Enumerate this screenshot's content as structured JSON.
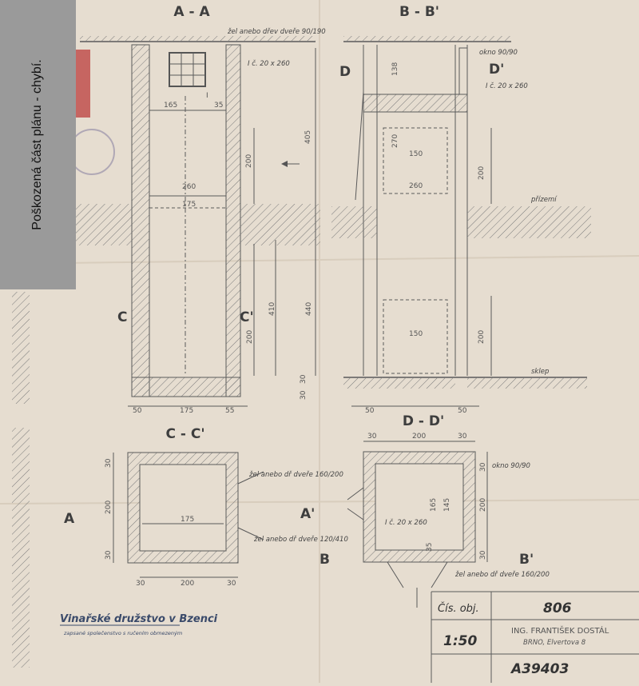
{
  "overlay_note": "Poškozená část plánu - chybí.",
  "sections": {
    "a_a": "A - A",
    "b_b": "B - B'",
    "c_c": "C - C'",
    "d_d": "D - D'"
  },
  "markers": {
    "D": "D",
    "D_prime": "D'",
    "C": "C",
    "C_prime": "C'",
    "A": "A",
    "A_prime": "A'",
    "B": "B",
    "B_prime": "B'",
    "I": "I"
  },
  "notes": {
    "zel_top": "žel anebo dřev dveře 90/190",
    "profile_a": "I č. 20 x 260",
    "okno_top": "okno 90/90",
    "profile_b": "I č. 20 x 260",
    "prizemi": "přízemí",
    "sklep": "sklep",
    "zel_cc_1": "žel anebo dř dveře 160/200",
    "zel_cc_2": "žel anebo dř dveře 120/410",
    "okno_dd": "okno 90/90",
    "profile_dd": "I č. 20 x 260",
    "zel_dd": "žel anebo dř dveře 160/200"
  },
  "dims": {
    "aa_165": "165",
    "aa_35": "35",
    "aa_405": "405",
    "aa_200": "200",
    "aa_260": "260",
    "aa_175": "175",
    "aa_410": "410",
    "aa_440": "440",
    "aa_200b": "200",
    "aa_30a": "30",
    "aa_30b": "30",
    "aa_50": "50",
    "aa_175b": "175",
    "aa_55": "55",
    "bb_138": "138",
    "bb_270": "270",
    "bb_150": "150",
    "bb_260": "260",
    "bb_200": "200",
    "bb_150b": "150",
    "bb_200b": "200",
    "bb_50a": "50",
    "bb_50b": "50",
    "cc_200": "200",
    "cc_175": "175",
    "cc_30a": "30",
    "cc_30b": "30",
    "cc_30c": "30",
    "cc_200b": "200",
    "cc_30d": "30",
    "dd_30a": "30",
    "dd_200": "200",
    "dd_30b": "30",
    "dd_30c": "30",
    "dd_165": "165",
    "dd_145": "145",
    "dd_200b": "200",
    "dd_35": "35",
    "dd_30d": "30"
  },
  "stamp": {
    "company": "Vinařské družstvo v Bzenci",
    "company_sub": "zapsané společenstvo s ručením obmezeným"
  },
  "title_block": {
    "cis_obj_label": "Čís. obj.",
    "cis_obj": "806",
    "scale": "1:50",
    "author": "ING. FRANTIŠEK DOSTÁL",
    "address": "BRNO, Elvertova 8",
    "drawing_no": "A39403"
  },
  "colors": {
    "paper": "#e6ddd0",
    "ink": "#5a5a5a",
    "overlay_gray": "#9a9a9a",
    "revenue_stamp": "#c0504d"
  }
}
